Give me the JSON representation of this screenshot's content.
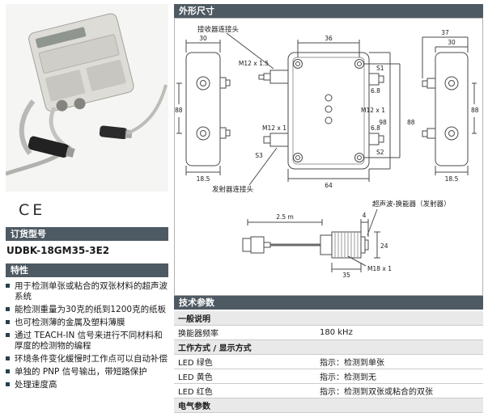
{
  "left": {
    "ce_mark": "CE",
    "order_section_title": "订货型号",
    "order_code": "UDBK-18GM35-3E2",
    "features_title": "特性",
    "features": [
      "用于检测单张或粘合的双张材料的超声波系统",
      "能检测重量为30克的纸到1200克的纸板",
      "也可检测薄的金属及塑料薄膜",
      "通过 TEACH-IN 信号来进行不同材料和厚度的检测物的编程",
      "环境条件变化缓慢时工作点可以自动补偿",
      "单独的 PNP 信号输出，带短路保护",
      "处理速度高"
    ]
  },
  "right": {
    "dimensions_title": "外形尺寸",
    "tech_title": "技术参数",
    "table": [
      {
        "label": "一般说明",
        "value": ""
      },
      {
        "label": "换能器频率",
        "value": "180 kHz"
      },
      {
        "label": "工作方式 / 显示方式",
        "value": ""
      },
      {
        "label": "LED 绿色",
        "value": "指示：检测到单张"
      },
      {
        "label": "LED 黄色",
        "value": "指示：检测到无"
      },
      {
        "label": "LED 红色",
        "value": "指示：检测到双张或粘合的双张"
      },
      {
        "label": "电气参数",
        "value": ""
      }
    ]
  },
  "drawing": {
    "labels": {
      "receiver": "接收器连接头",
      "transmitter": "发射器连接头",
      "transducer": "超声波-换能器（发射器）",
      "m12x15": "M12 x 1.5",
      "m12x1": "M12 x 1",
      "s1": "S1",
      "s2": "S2",
      "s3": "S3",
      "m18": "M18 x 1",
      "cable_len": "2.5 m"
    },
    "dims": {
      "d36": "36",
      "d37": "37",
      "d30": "30",
      "d88": "88",
      "d98": "98",
      "d185": "18.5",
      "d64": "64",
      "d68": "6.8",
      "d35": "35",
      "d24": "24",
      "d4": "4"
    }
  },
  "colors": {
    "section_bar": "#4e5a63"
  }
}
